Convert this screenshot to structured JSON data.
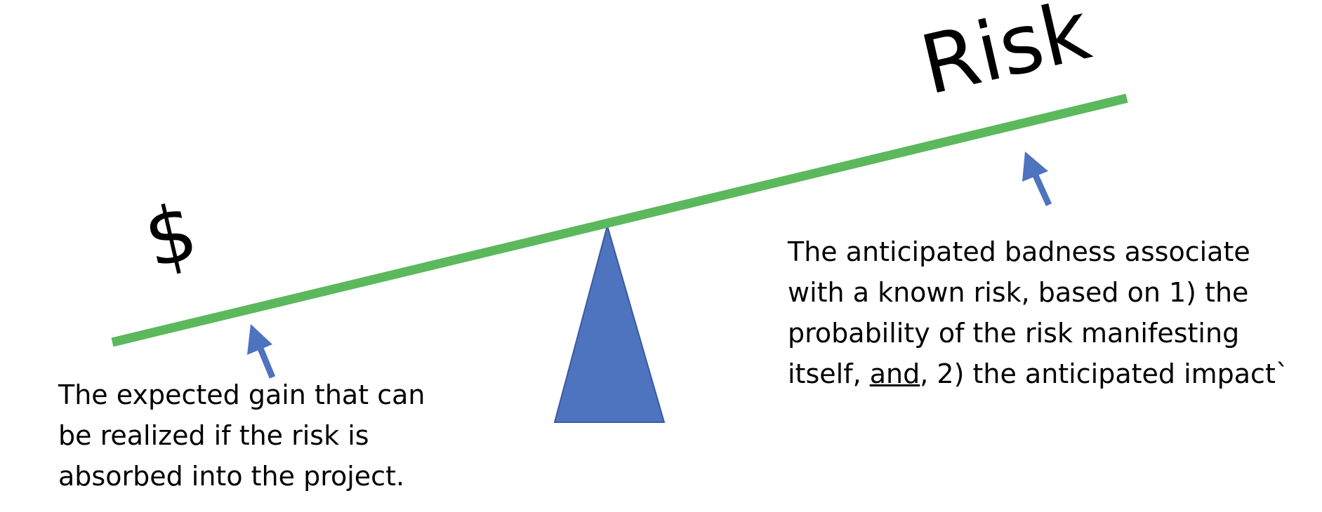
{
  "diagram": {
    "left_label": "$",
    "right_label": "Risk",
    "left_caption": {
      "lines": [
        "The expected gain that can",
        "be realized if the risk is",
        "absorbed into the project."
      ]
    },
    "right_caption": {
      "line1": "The anticipated badness associate",
      "line2": "with a known risk, based on 1) the",
      "line3": "probability of the risk manifesting",
      "line4_prefix": "itself, ",
      "line4_emphasis": "and",
      "line4_suffix": ", 2) the anticipated impact`"
    },
    "colors": {
      "beam": "#5cb85c",
      "fulcrum": "#4e73bf",
      "arrow": "#4e73bf",
      "text": "#000000"
    }
  }
}
